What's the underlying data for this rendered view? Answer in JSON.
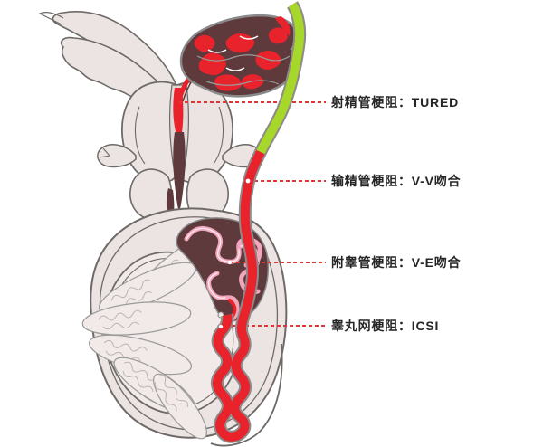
{
  "figure": {
    "description": "Anatomical diagram of the male reproductive tract showing obstruction sites and their treatments",
    "labels": [
      {
        "id": "ejaculatory-duct-obstruction",
        "text": "射精管梗阻：TURED"
      },
      {
        "id": "vas-deferens-obstruction",
        "text": "输精管梗阻：V-V吻合"
      },
      {
        "id": "epididymal-duct-obstruction",
        "text": "附睾管梗阻：V-E吻合"
      },
      {
        "id": "rete-testis-obstruction",
        "text": "睾丸网梗阻：ICSI"
      }
    ]
  },
  "colors": {
    "red": "#e8232b",
    "green": "#a6d82b",
    "dark_maroon": "#5e3a3c",
    "pale": "#ebe4e2",
    "pale_light": "#f1eae8",
    "outline_gray": "#6e6a68",
    "tube_outline": "#8c8c8c",
    "pink": "#f2a6bc",
    "leader_red": "#e23335",
    "text": "#262626",
    "background": "#ffffff"
  }
}
